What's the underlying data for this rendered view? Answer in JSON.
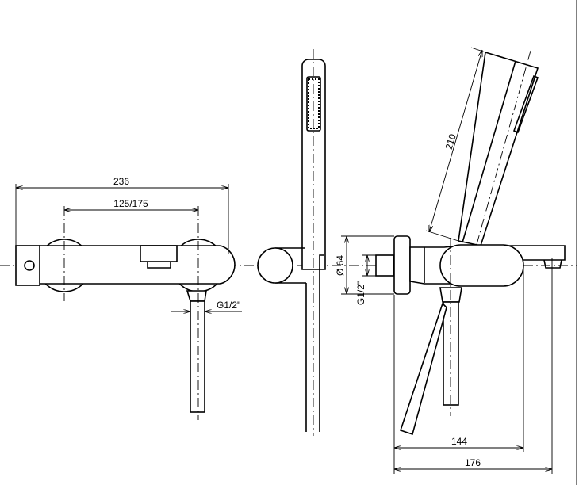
{
  "dimensions": {
    "overall_width": "236",
    "center_distance": "125/175",
    "inlet_thread_front": "G1/2\"",
    "flange_diameter": "Ø 64",
    "inlet_thread_side": "G1/2\"",
    "handshower_length": "210",
    "projection_body": "144",
    "projection_total": "176"
  },
  "colors": {
    "line": "#000000",
    "background": "#ffffff"
  }
}
